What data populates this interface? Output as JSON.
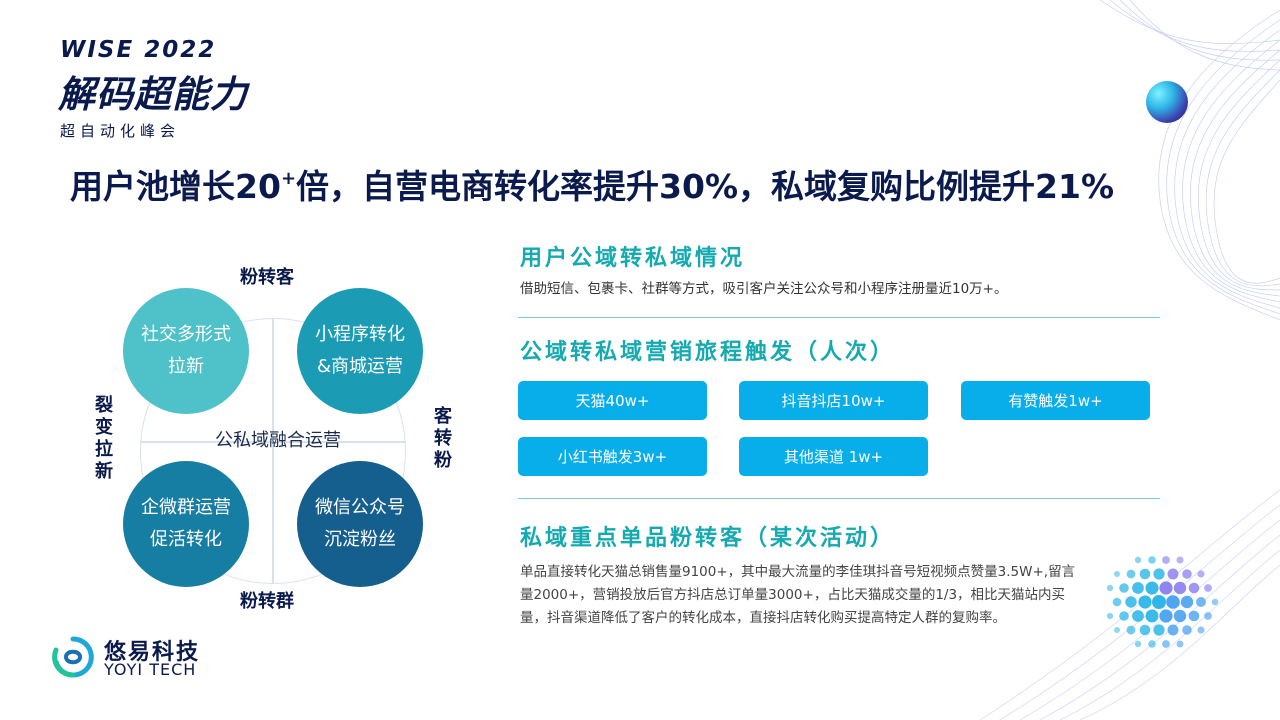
{
  "brand": {
    "event": "WISE 2022",
    "title": "解码超能力",
    "subtitle": "超自动化峰会"
  },
  "headline": {
    "part1": "用户池增长20",
    "sup": "+",
    "part2": "倍，自营电商转化率提升30%，私域复购比例提升21%"
  },
  "diagram": {
    "center": "公私域融合运营",
    "top_label": "粉转客",
    "bottom_label": "粉转群",
    "left_label": "裂变拉新",
    "right_label": "客转粉",
    "bubbles": [
      {
        "line1": "社交多形式",
        "line2": "拉新"
      },
      {
        "line1": "小程序转化",
        "line2": "&商城运营"
      },
      {
        "line1": "企微群运营",
        "line2": "促活转化"
      },
      {
        "line1": "微信公众号",
        "line2": "沉淀粉丝"
      }
    ]
  },
  "section1": {
    "title": "用户公域转私域情况",
    "text": "借助短信、包裹卡、社群等方式，吸引客户关注公众号和小程序注册量近10万+。"
  },
  "section2": {
    "title": "公域转私域营销旅程触发（人次）",
    "pills": [
      "天猫40w+",
      "抖音抖店10w+",
      "有赞触发1w+",
      "小红书触发3w+",
      "其他渠道 1w+"
    ]
  },
  "section3": {
    "title": "私域重点单品粉转客（某次活动）",
    "text": "单品直接转化天猫总销售量9100+，其中最大流量的李佳琪抖音号短视频点赞量3.5W+,留言量2000+，营销投放后官方抖店总订单量3000+，占比天猫成交量的1/3，相比天猫站内买量，抖音渠道降低了客户的转化成本，直接抖店转化购买提高特定人群的复购率。"
  },
  "logo": {
    "cn": "悠易科技",
    "en": "YOYI TECH"
  },
  "colors": {
    "navy": "#0b1a4d",
    "teal_title": "#15a9b0",
    "pill_blue": "#08aeea",
    "bubble1": "#4fc1c9",
    "bubble2": "#1c9cb4",
    "bubble3": "#177ea3",
    "bubble4": "#155f8f"
  }
}
